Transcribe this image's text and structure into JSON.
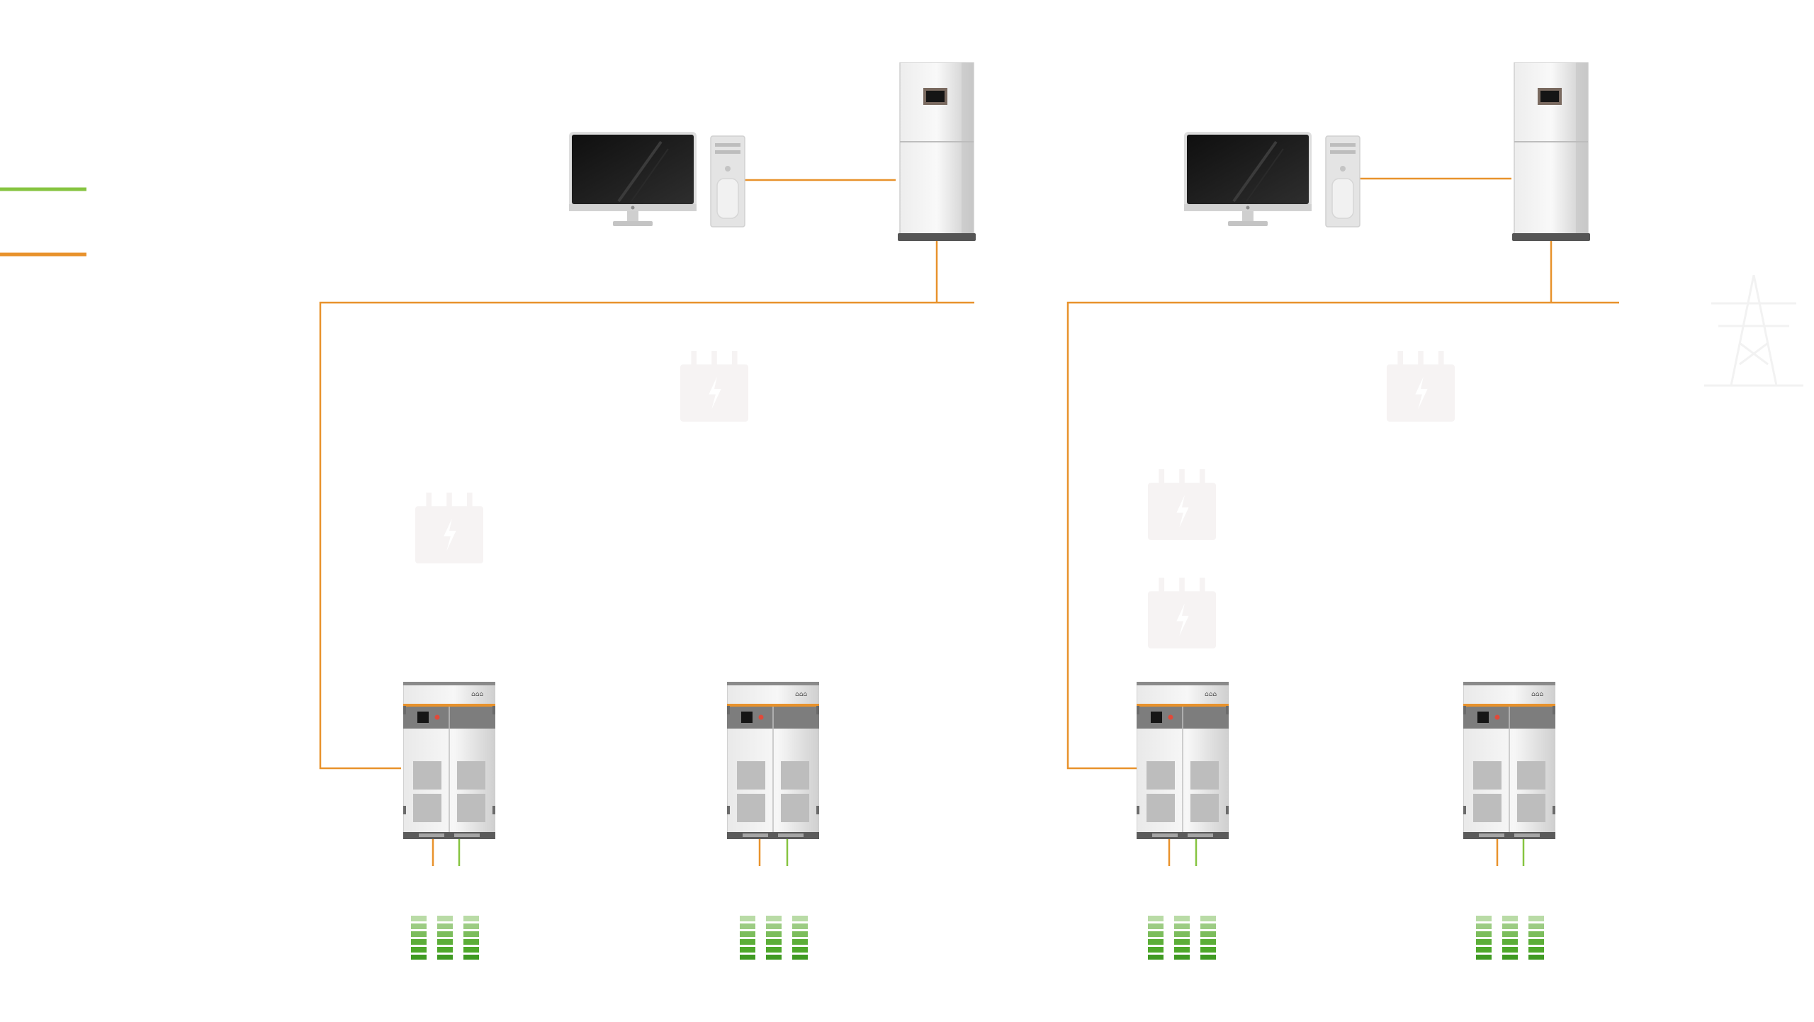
{
  "colors": {
    "background": "#ffffff",
    "communication_line": "#e8922c",
    "power_line": "#86c440",
    "device_light": "#f1f1f1",
    "device_mid": "#d9d9d9",
    "device_dark": "#5b5b5b",
    "screen_black": "#151515",
    "battery_green": "#4ea82a",
    "ghost_icon": "#f6f3f3"
  },
  "legend": {
    "items": [
      {
        "name": "power-line-legend",
        "color": "#86c440"
      },
      {
        "name": "communication-line-legend",
        "color": "#e8922c"
      }
    ]
  },
  "systems": [
    {
      "name": "system-1",
      "workstation": {
        "icon": "desktop-computer-icon"
      },
      "controller": {
        "icon": "energy-management-controller-icon"
      },
      "pcs_units": [
        {
          "icon": "pcs-cabinet-icon",
          "battery_icon": "battery-rack-icon"
        },
        {
          "icon": "pcs-cabinet-icon",
          "battery_icon": "battery-rack-icon"
        }
      ]
    },
    {
      "name": "system-2",
      "workstation": {
        "icon": "desktop-computer-icon"
      },
      "controller": {
        "icon": "energy-management-controller-icon"
      },
      "pcs_units": [
        {
          "icon": "pcs-cabinet-icon",
          "battery_icon": "battery-rack-icon"
        },
        {
          "icon": "pcs-cabinet-icon",
          "battery_icon": "battery-rack-icon"
        }
      ]
    }
  ],
  "background_icons": [
    "transformer-icon",
    "transformer-icon",
    "transformer-icon",
    "transformer-icon",
    "transformer-icon",
    "transmission-tower-icon"
  ]
}
